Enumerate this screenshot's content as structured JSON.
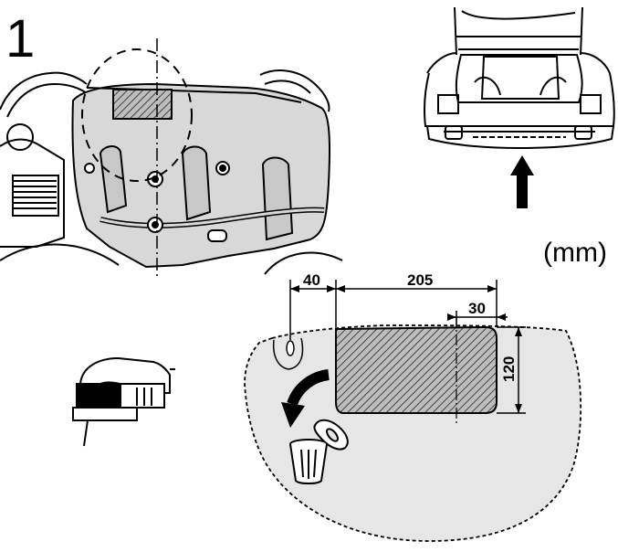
{
  "step": {
    "number": "1"
  },
  "units": {
    "label": "(mm)"
  },
  "dimensions": {
    "left_offset": "40",
    "cutout_width": "205",
    "right_offset": "30",
    "cutout_height": "120"
  },
  "colors": {
    "panel_fill": "#e6e6e6",
    "hatch": "#555555",
    "line": "#000000"
  },
  "icons": [
    "jigsaw-icon",
    "trash-bin-icon",
    "removal-arrow-icon",
    "up-arrow-icon"
  ]
}
